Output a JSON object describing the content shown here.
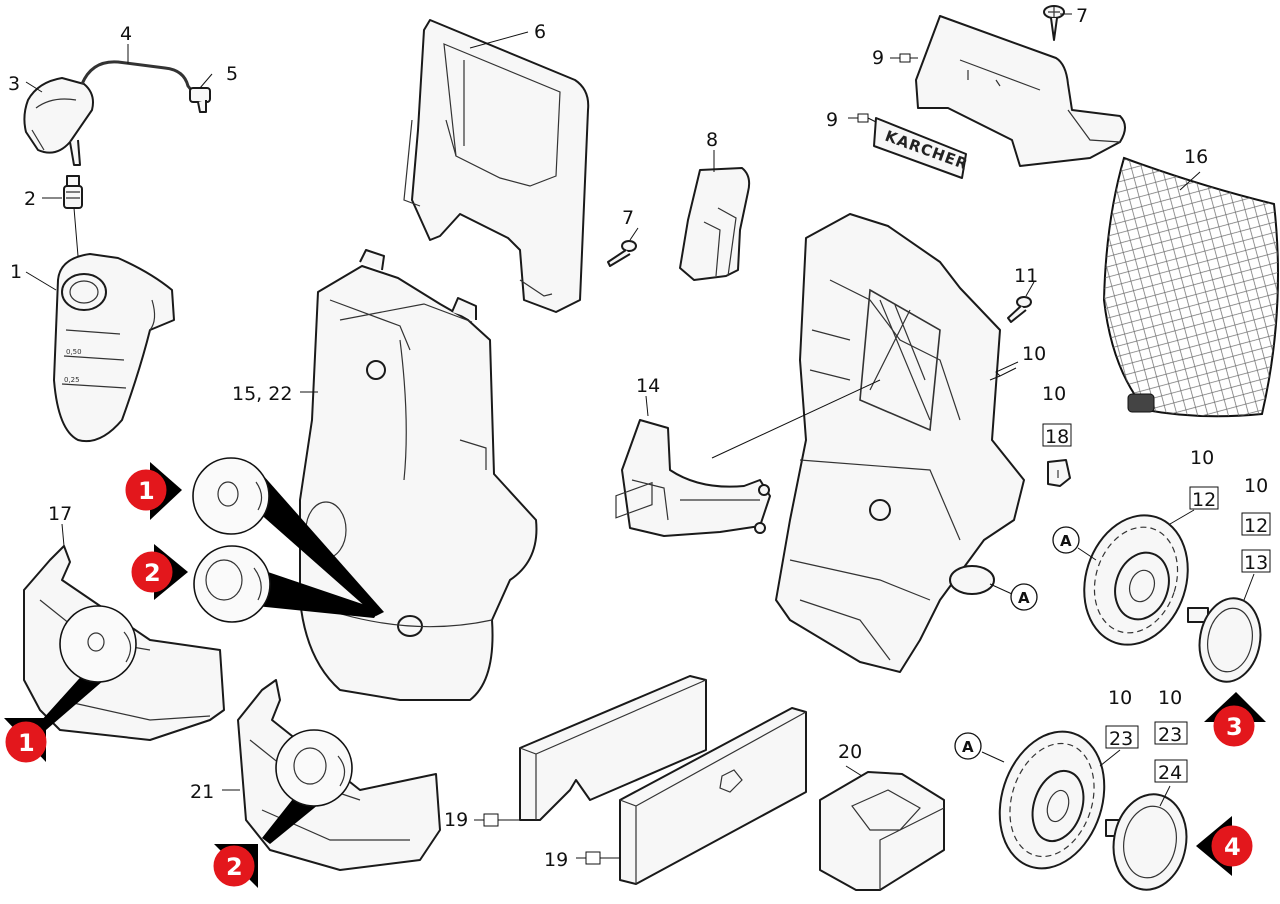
{
  "brand": "KARCHER",
  "part_labels": {
    "p1": "1",
    "p2": "2",
    "p3": "3",
    "p4": "4",
    "p5": "5",
    "p6": "6",
    "p7": "7",
    "p8": "8",
    "p9": "9",
    "p10": "10",
    "p11": "11",
    "p12": "12",
    "p13": "13",
    "p14": "14",
    "p15_22": "15, 22",
    "p16": "16",
    "p17": "17",
    "p18": "18",
    "p19": "19",
    "p20": "20",
    "p21": "21",
    "p23": "23",
    "p24": "24"
  },
  "scale_marks": [
    "0,50",
    "0,25"
  ],
  "detail_markers": [
    "1",
    "2",
    "3",
    "4"
  ],
  "reference_letter": "A"
}
